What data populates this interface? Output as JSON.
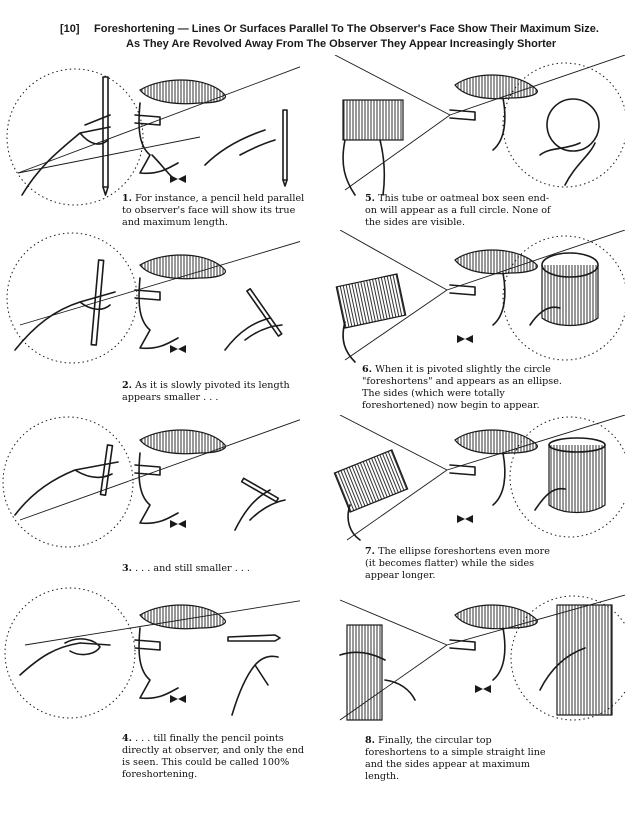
{
  "header": {
    "page_number": "[10]",
    "title_line1": "Foreshortening — Lines Or Surfaces Parallel To The Observer's Face  Show Their Maximum Size.",
    "title_line2": "As They Are Revolved Away From The Observer They Appear Increasingly Shorter"
  },
  "captions": [
    {
      "num": "1.",
      "text": "For instance, a pencil held parallel to observer's face will show its true and maximum length."
    },
    {
      "num": "2.",
      "text": "As it is slowly pivoted its length appears smaller . . ."
    },
    {
      "num": "3.",
      "text": ". . . and still smaller . . ."
    },
    {
      "num": "4.",
      "text": ". . . till finally the pencil points directly at observer, and only the end is seen. This could be called 100% foreshortening."
    },
    {
      "num": "5.",
      "text": "This tube or oatmeal box seen end-on will appear as a full circle. None of the sides are visible."
    },
    {
      "num": "6.",
      "text": "When it is pivoted slightly the circle \"foreshortens\" and appears as an ellipse. The sides (which were totally foreshortened) now begin to appear."
    },
    {
      "num": "7.",
      "text": "The ellipse foreshortens even more (it becomes flatter) while the sides appear longer."
    },
    {
      "num": "8.",
      "text": "Finally, the circular top foreshortens to a simple straight line and the sides appear at maximum length."
    }
  ],
  "illustration_icons": {
    "left_column": "pencil-in-hand-icon",
    "right_column": "tube-in-hand-icon",
    "observer": "observer-head-icon"
  }
}
